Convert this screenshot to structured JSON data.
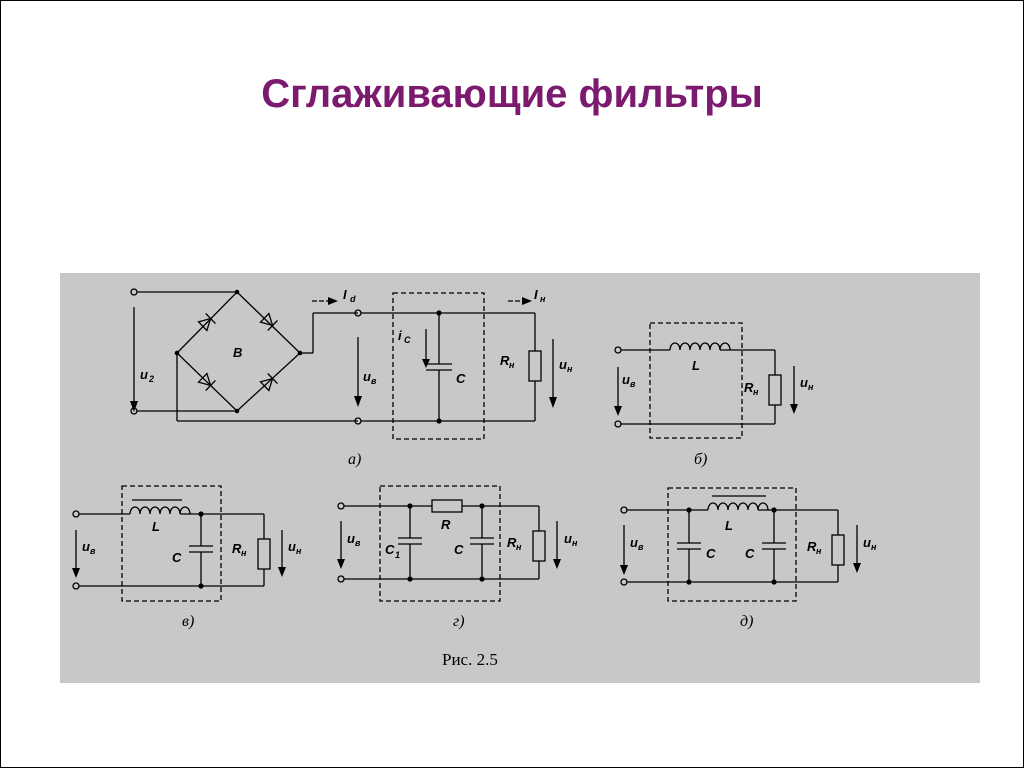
{
  "slide": {
    "title": "Сглаживающие фильтры",
    "title_color": "#7b1a6e",
    "figure_background": "#c8c8c8"
  },
  "figure": {
    "caption": "Рис. 2.5",
    "panels": {
      "a": {
        "label": "а)",
        "bridge": "B",
        "u2": "u",
        "u2_sub": "2",
        "id": "I",
        "id_sub": "d",
        "in": "I",
        "in_sub": "н",
        "ic": "i",
        "ic_sub": "C",
        "uv": "u",
        "uv_sub": "в",
        "c": "C",
        "rn": "R",
        "rn_sub": "н",
        "un": "u",
        "un_sub": "н"
      },
      "b": {
        "label": "б)",
        "uv": "u",
        "uv_sub": "в",
        "l": "L",
        "rn": "R",
        "rn_sub": "н",
        "un": "u",
        "un_sub": "н"
      },
      "v": {
        "label": "в)",
        "uv": "u",
        "uv_sub": "в",
        "l": "L",
        "c": "C",
        "rn": "R",
        "rn_sub": "н",
        "un": "u",
        "un_sub": "н"
      },
      "g": {
        "label": "г)",
        "uv": "u",
        "uv_sub": "в",
        "r": "R",
        "c1": "C",
        "c1_sub": "1",
        "c": "C",
        "rn": "R",
        "rn_sub": "н",
        "un": "u",
        "un_sub": "н"
      },
      "d": {
        "label": "д)",
        "uv": "u",
        "uv_sub": "в",
        "l": "L",
        "c_left": "C",
        "c_right": "C",
        "rn": "R",
        "rn_sub": "н",
        "un": "u",
        "un_sub": "н"
      }
    }
  }
}
